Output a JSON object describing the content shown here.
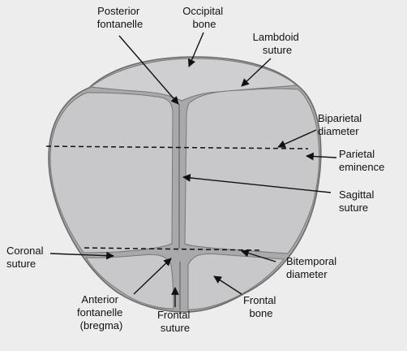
{
  "labels": {
    "posterior_fontanelle": [
      "Posterior",
      "fontanelle"
    ],
    "occipital_bone": [
      "Occipital",
      "bone"
    ],
    "lambdoid_suture": [
      "Lambdoid",
      "suture"
    ],
    "biparietal_diameter": [
      "Biparietal",
      "diameter"
    ],
    "parietal_eminence": [
      "Parietal",
      "eminence"
    ],
    "sagittal_suture": [
      "Sagittal",
      "suture"
    ],
    "coronal_suture": [
      "Coronal",
      "suture"
    ],
    "bitemporal_diameter": [
      "Bitemporal",
      "diameter"
    ],
    "frontal_bone": [
      "Frontal",
      "bone"
    ],
    "anterior_fontanelle": [
      "Anterior",
      "fontanelle",
      "(bregma)"
    ],
    "frontal_suture": [
      "Frontal",
      "suture"
    ]
  },
  "colors": {
    "page_background": "#ededed",
    "bone_fill": "#c9c9cc",
    "suture_fill": "#a9a9ac",
    "text": "#111111"
  }
}
